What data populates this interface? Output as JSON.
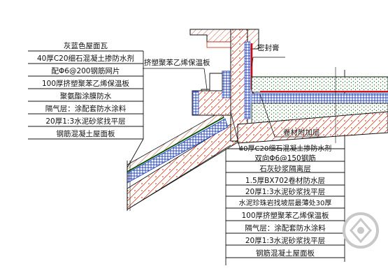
{
  "left_labels": [
    "灰蓝色屋面瓦",
    "40厚C20细石混凝土掺防水剂",
    "配Φ6@200钢筋网片",
    "100厚挤塑聚苯乙烯保温板",
    "聚氨酯涂膜防水",
    "隔气层：涂配套防水涂料",
    "20厚1:3水泥砂浆找平层",
    "钢筋混凝土屋面板"
  ],
  "right_labels": [
    "40厚C20细石混凝土掺防水剂",
    "双向Φ6@150钢筋",
    "石灰砂浆隔离层",
    "1.5厚BX702卷材防水层",
    "20厚1:3水泥砂浆找平层",
    "水泥珍珠岩找坡层最薄处30厚",
    "100厚挤塑聚苯乙烯保温板",
    "隔气层：涂配套防水涂料",
    "20厚1:3水泥砂浆找平层",
    "钢筋混凝土屋面板"
  ],
  "callouts": {
    "parapet_insulation": "挤塑聚苯乙烯保温板",
    "sealant": "密封膏",
    "extra_membrane": "卷材附加层"
  },
  "colors": {
    "line": "#111111",
    "concrete_hatch": "#cc2200",
    "membrane": "#e00000",
    "insulation": "#1f3fbf",
    "green_layer": "#1a9a1a",
    "watermark": "#c8c8c8"
  },
  "watermark_icon": "watermark-logo-icon"
}
